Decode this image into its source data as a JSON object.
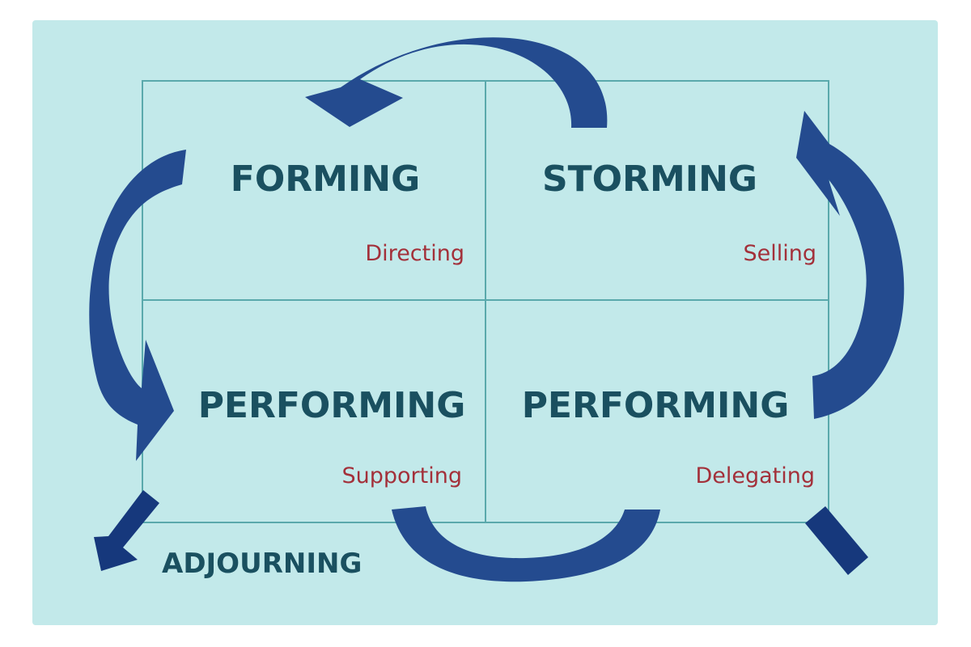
{
  "colors": {
    "panel_background": "#c2e9ea",
    "grid_line": "#5aa9ac",
    "arrow": "#244b8f",
    "arrow_dark": "#16387c",
    "stage_text": "#1a5060",
    "style_text": "#a3303a"
  },
  "quadrants": [
    {
      "stage": "FORMING",
      "style": "Directing"
    },
    {
      "stage": "STORMING",
      "style": "Selling"
    },
    {
      "stage": "PERFORMING",
      "style": "Supporting"
    },
    {
      "stage": "PERFORMING",
      "style": "Delegating"
    }
  ],
  "final_stage": "ADJOURNING",
  "arrows": [
    {
      "name": "top-cycle-arrow-icon",
      "direction": "from STORMING to FORMING"
    },
    {
      "name": "left-cycle-arrow-icon",
      "direction": "from FORMING to PERFORMING"
    },
    {
      "name": "right-cycle-arrow-icon",
      "direction": "from PERFORMING to STORMING"
    },
    {
      "name": "bottom-cycle-arrow-icon",
      "direction": "between PERFORMING quadrants"
    },
    {
      "name": "adjourning-arrow-icon",
      "direction": "to ADJOURNING"
    }
  ]
}
